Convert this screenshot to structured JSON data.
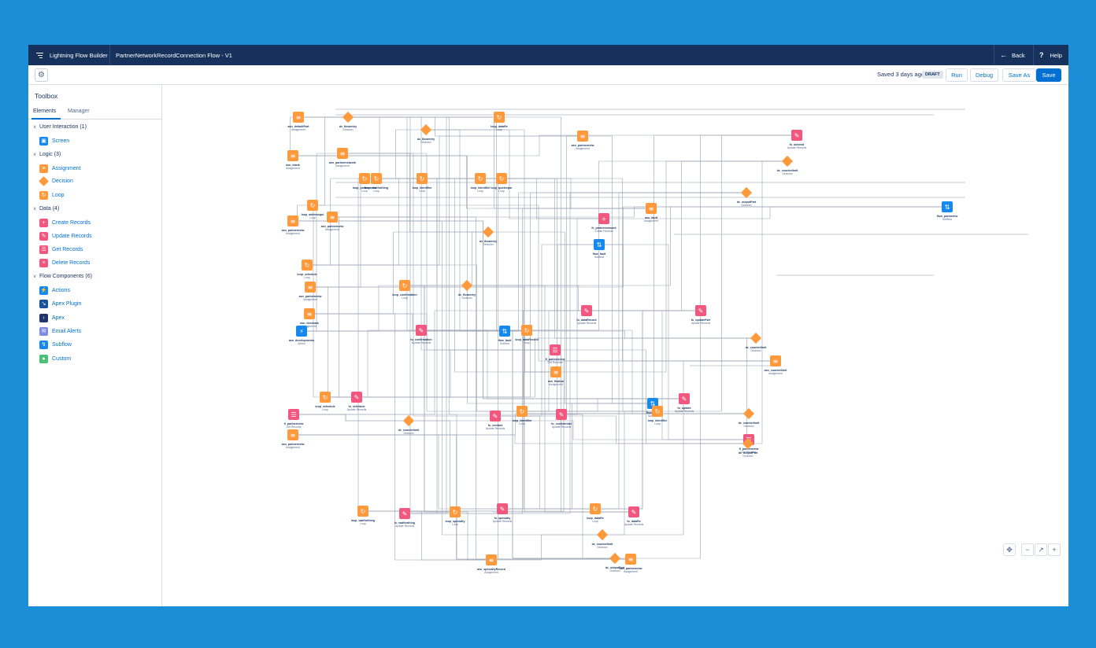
{
  "header": {
    "app_title": "Lightning Flow Builder",
    "flow_title": "PartnerNetworkRecordConnection Flow - V1",
    "back_label": "Back",
    "help_label": "Help"
  },
  "toolbar": {
    "saved_text": "Saved 3 days ago",
    "status_badge": "DRAFT",
    "run_label": "Run",
    "debug_label": "Debug",
    "save_as_label": "Save As",
    "save_label": "Save"
  },
  "toolbox": {
    "title": "Toolbox",
    "tabs": [
      "Elements",
      "Manager"
    ],
    "sections": [
      {
        "label": "User Interaction (1)",
        "items": [
          {
            "label": "Screen",
            "icon": "screen-icon",
            "color": "#1589ee"
          }
        ]
      },
      {
        "label": "Logic (3)",
        "items": [
          {
            "label": "Assignment",
            "icon": "assignment-icon",
            "color": "#ff9a3c"
          },
          {
            "label": "Decision",
            "icon": "decision-icon",
            "color": "#ff9a3c"
          },
          {
            "label": "Loop",
            "icon": "loop-icon",
            "color": "#ff9a3c"
          }
        ]
      },
      {
        "label": "Data (4)",
        "items": [
          {
            "label": "Create Records",
            "icon": "create-records-icon",
            "color": "#f2577f"
          },
          {
            "label": "Update Records",
            "icon": "update-records-icon",
            "color": "#f2577f"
          },
          {
            "label": "Get Records",
            "icon": "get-records-icon",
            "color": "#f2577f"
          },
          {
            "label": "Delete Records",
            "icon": "delete-records-icon",
            "color": "#f2577f"
          }
        ]
      },
      {
        "label": "Flow Components (6)",
        "items": [
          {
            "label": "Actions",
            "icon": "actions-icon",
            "color": "#1589ee"
          },
          {
            "label": "Apex Plugin",
            "icon": "apex-plugin-icon",
            "color": "#1b5297"
          },
          {
            "label": "Apex",
            "icon": "apex-icon",
            "color": "#22356b"
          },
          {
            "label": "Email Alerts",
            "icon": "email-alerts-icon",
            "color": "#7f8de1"
          },
          {
            "label": "Subflow",
            "icon": "subflow-icon",
            "color": "#1589ee"
          },
          {
            "label": "Custom",
            "icon": "custom-icon",
            "color": "#4bc076"
          }
        ]
      }
    ]
  },
  "canvas": {
    "nodes": [
      {
        "name": "asn_defaultPart",
        "type": "Assignment"
      },
      {
        "name": "dc_flowentry",
        "type": "Decision"
      },
      {
        "name": "loop_dataRe",
        "type": "Loop"
      },
      {
        "name": "asn_partnernetw",
        "type": "Assignment"
      },
      {
        "name": "dc_flowentry",
        "type": "Decision"
      },
      {
        "name": "asn_blank",
        "type": "Assignment"
      },
      {
        "name": "asn_partnernetwork",
        "type": "Assignment"
      },
      {
        "name": "loop_partnernetw",
        "type": "Loop"
      },
      {
        "name": "fu_actionit",
        "type": "Update Records"
      },
      {
        "name": "loop_waitforthing",
        "type": "Loop"
      },
      {
        "name": "loop_identifier",
        "type": "Loop"
      },
      {
        "name": "loop_quotexpor",
        "type": "Loop"
      },
      {
        "name": "loop_identifier",
        "type": "Loop"
      },
      {
        "name": "dc_counterlimit",
        "type": "Decision"
      },
      {
        "name": "loop_addressqui",
        "type": "Loop"
      },
      {
        "name": "asn_partnernetw",
        "type": "Assignment"
      },
      {
        "name": "dc_outputPart",
        "type": "Decision"
      },
      {
        "name": "asn_partnernetw",
        "type": "Assignment"
      },
      {
        "name": "asn_fault",
        "type": "Assignment"
      },
      {
        "name": "fc_partnernetwork",
        "type": "Create Records"
      },
      {
        "name": "flow_partnernw",
        "type": "Subflow"
      },
      {
        "name": "dc_flowentry",
        "type": "Decision"
      },
      {
        "name": "flow_fault",
        "type": "Subflow"
      },
      {
        "name": "fu_updatePart",
        "type": "Update Records"
      },
      {
        "name": "loop_schedule",
        "type": "Loop"
      },
      {
        "name": "loop_confirmation",
        "type": "Loop"
      },
      {
        "name": "asn_decimals",
        "type": "Assignment"
      },
      {
        "name": "asn_developments",
        "type": "Action"
      },
      {
        "name": "fu_confirmation",
        "type": "Update Records"
      },
      {
        "name": "asn_partnernetw",
        "type": "Assignment"
      },
      {
        "name": "dc_flowentry",
        "type": "Decision"
      },
      {
        "name": "flow_fault",
        "type": "Subflow"
      },
      {
        "name": "fu_dataRecord",
        "type": "Update Records"
      },
      {
        "name": "loop_dataRecord",
        "type": "Loop"
      },
      {
        "name": "asn_finalval",
        "type": "Assignment"
      },
      {
        "name": "fl_partnernetw",
        "type": "Get Records"
      },
      {
        "name": "dc_counterlimit",
        "type": "Decision"
      },
      {
        "name": "asn_counterlimit",
        "type": "Assignment"
      },
      {
        "name": "flow_fault",
        "type": "Subflow"
      },
      {
        "name": "loop_schedule",
        "type": "Loop"
      },
      {
        "name": "fu_schedule",
        "type": "Update Records"
      },
      {
        "name": "fl_partnernetw",
        "type": "Get Records"
      },
      {
        "name": "dc_counterlimit",
        "type": "Decision"
      },
      {
        "name": "fu_contact",
        "type": "Update Records"
      },
      {
        "name": "fu_confidential",
        "type": "Update Records"
      },
      {
        "name": "loop_identifier",
        "type": "Loop"
      },
      {
        "name": "fu_update",
        "type": "Update Records"
      },
      {
        "name": "loop_identifier",
        "type": "Loop"
      },
      {
        "name": "dc_counterlimit",
        "type": "Decision"
      },
      {
        "name": "fl_partnernetw",
        "type": "Get Records"
      },
      {
        "name": "dc_outputPart",
        "type": "Decision"
      },
      {
        "name": "asn_partnernetw",
        "type": "Assignment"
      },
      {
        "name": "loop_waitforthing",
        "type": "Loop"
      },
      {
        "name": "fu_waitforthing",
        "type": "Update Records"
      },
      {
        "name": "loop_specialty",
        "type": "Loop"
      },
      {
        "name": "fu_specialty",
        "type": "Update Records"
      },
      {
        "name": "loop_dataRe",
        "type": "Loop"
      },
      {
        "name": "fu_dataRe",
        "type": "Update Records"
      },
      {
        "name": "dc_counterlimit",
        "type": "Decision"
      },
      {
        "name": "dc_outputPart",
        "type": "Decision"
      },
      {
        "name": "asn_partnernetw",
        "type": "Assignment"
      },
      {
        "name": "asn_specialtyRecord",
        "type": "Assignment"
      }
    ]
  },
  "zoom": {
    "pan_icon": "pan-icon",
    "zoom_out_icon": "zoom-out-icon",
    "fit_icon": "fit-view-icon",
    "zoom_in_icon": "zoom-in-icon"
  }
}
